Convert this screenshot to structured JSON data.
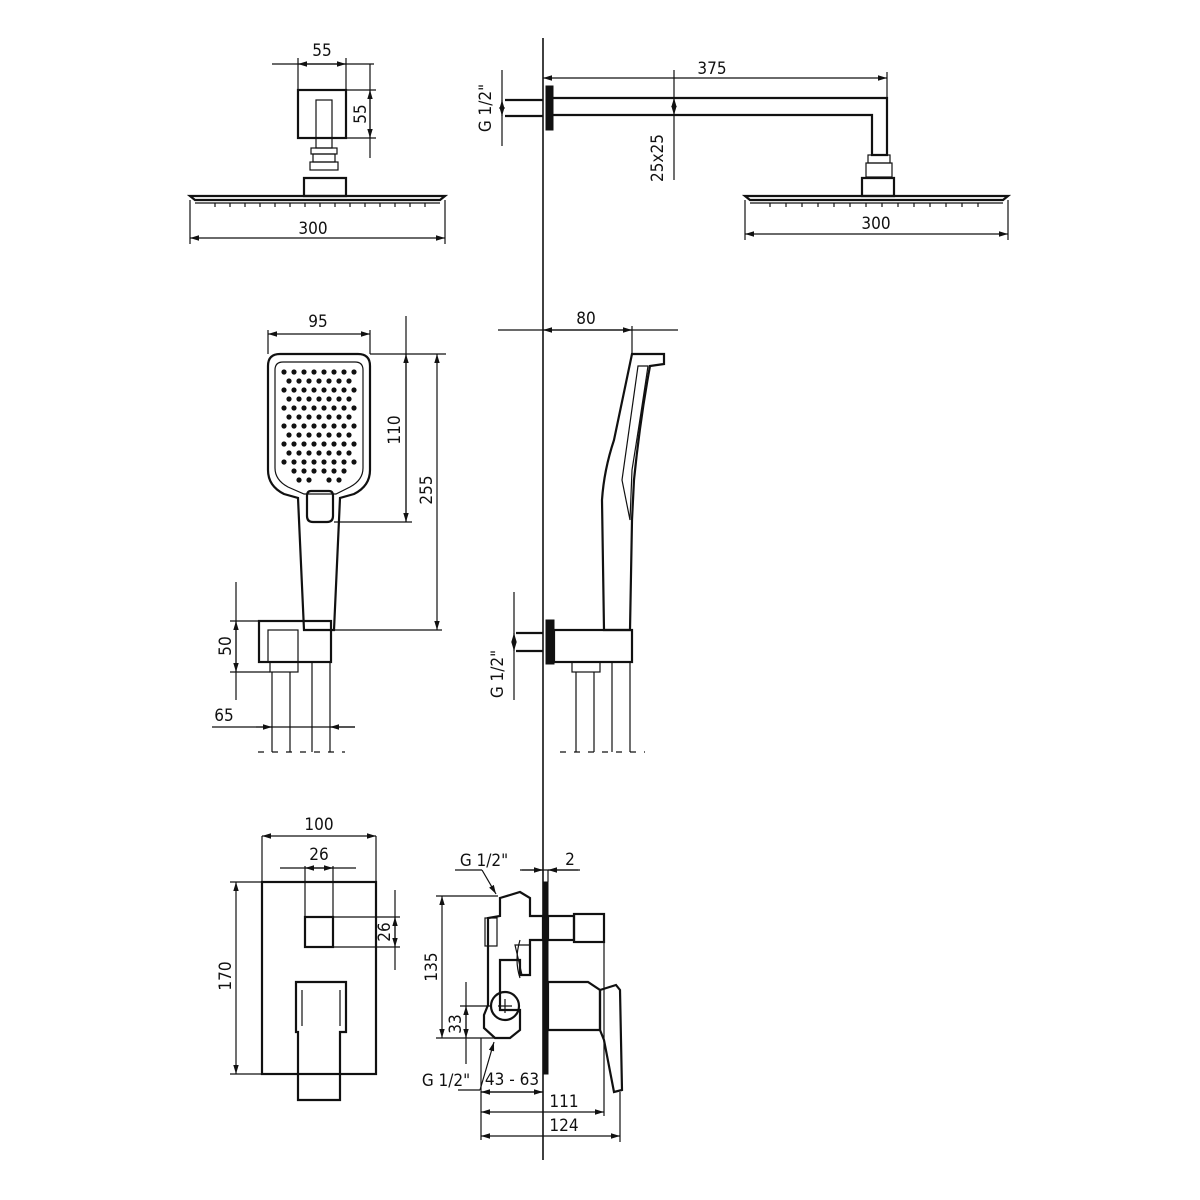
{
  "drawing": {
    "rain_shower_front": {
      "connector_width": "55",
      "connector_height": "55",
      "head_width": "300"
    },
    "rain_shower_side": {
      "arm_length": "375",
      "thread": "G 1/2\"",
      "arm_section": "25x25",
      "head_width": "300"
    },
    "hand_shower_front": {
      "head_width": "95",
      "head_face_height": "110",
      "total_height": "255",
      "holder_height": "50",
      "offset": "65"
    },
    "hand_shower_side": {
      "depth": "80",
      "thread": "G 1/2\""
    },
    "mixer_front": {
      "plate_width": "100",
      "spindle_width": "26",
      "spindle_height": "26",
      "plate_height": "170"
    },
    "mixer_side": {
      "thread_top": "G 1/2\"",
      "plate_thickness": "2",
      "body_height": "135",
      "outlet_height": "33",
      "thread_bottom": "G 1/2\"",
      "install_depth": "43 - 63",
      "depth_handle": "111",
      "depth_total": "124"
    }
  },
  "colors": {
    "line": "#111111",
    "background": "#ffffff"
  }
}
